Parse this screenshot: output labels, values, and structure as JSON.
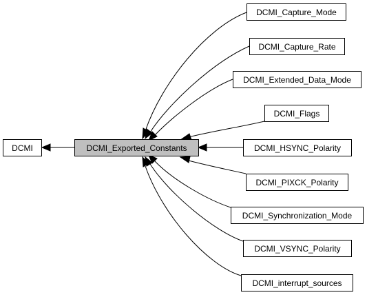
{
  "diagram": {
    "center": {
      "label": "DCMI_Exported_Constants"
    },
    "parent": {
      "label": "DCMI"
    },
    "children": [
      {
        "label": "DCMI_Capture_Mode"
      },
      {
        "label": "DCMI_Capture_Rate"
      },
      {
        "label": "DCMI_Extended_Data_Mode"
      },
      {
        "label": "DCMI_Flags"
      },
      {
        "label": "DCMI_HSYNC_Polarity"
      },
      {
        "label": "DCMI_PIXCK_Polarity"
      },
      {
        "label": "DCMI_Synchronization_Mode"
      },
      {
        "label": "DCMI_VSYNC_Polarity"
      },
      {
        "label": "DCMI_interrupt_sources"
      }
    ]
  },
  "colors": {
    "current_node_fill": "#bfbfbf",
    "node_fill": "#ffffff",
    "stroke": "#000000"
  }
}
